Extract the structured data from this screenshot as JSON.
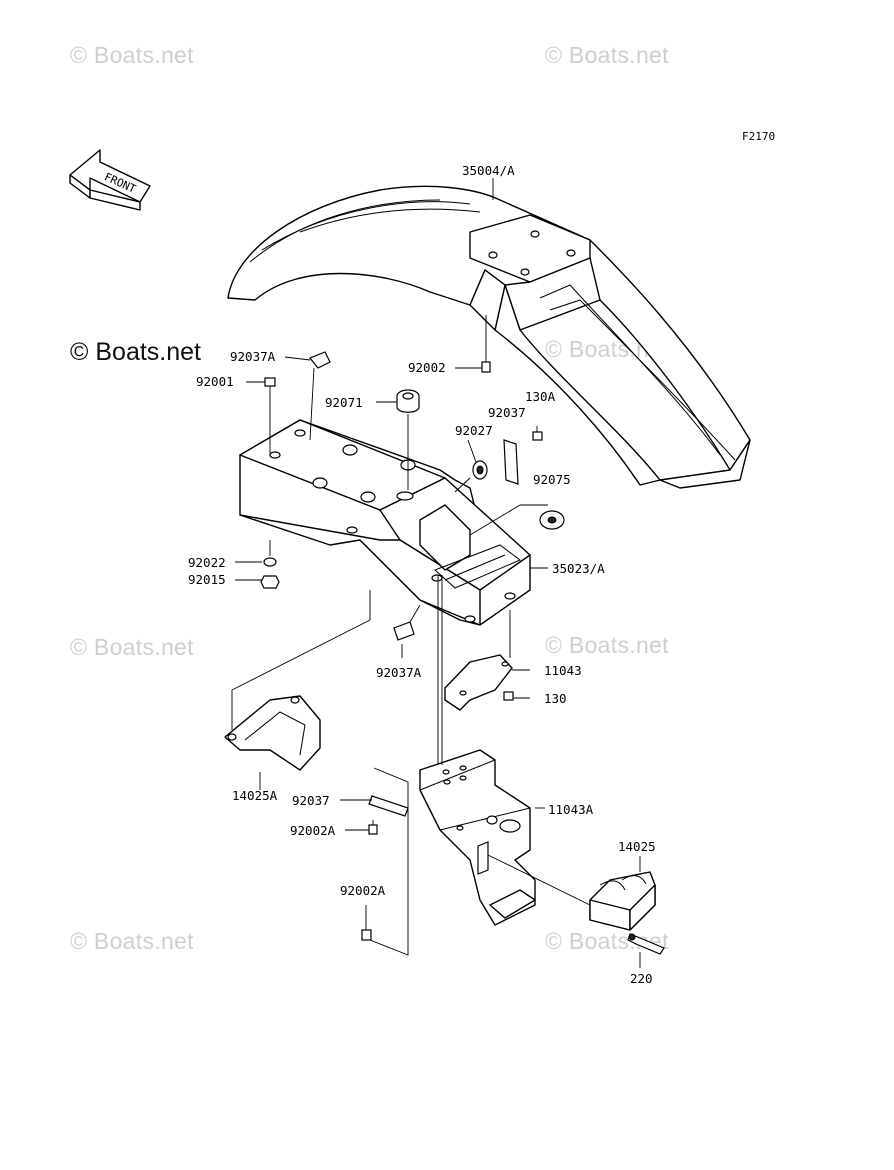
{
  "figure_code": "F2170",
  "front_arrow": {
    "text": "FRONT"
  },
  "watermark": {
    "text": "© Boats.net",
    "dark_text": "© Boats.net",
    "color": "#cfcfcf"
  },
  "labels": {
    "l35004A": "35004/A",
    "l92037A_top": "92037A",
    "l92001": "92001",
    "l92002": "92002",
    "l92071": "92071",
    "l130A": "130A",
    "l92037_mid": "92037",
    "l92027": "92027",
    "l92075": "92075",
    "l92022": "92022",
    "l92015": "92015",
    "l35023A": "35023/A",
    "l92037A_bot": "92037A",
    "l11043": "11043",
    "l130": "130",
    "l14025A": "14025A",
    "l92037_low": "92037",
    "l11043A": "11043A",
    "l92002A_1": "92002A",
    "l14025": "14025",
    "l92002A_2": "92002A",
    "l220": "220"
  }
}
